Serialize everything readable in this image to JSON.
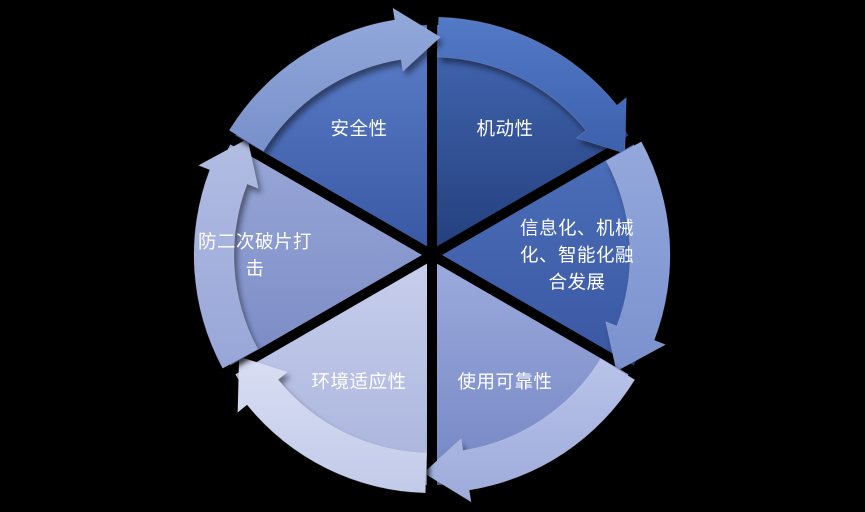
{
  "background": "#000000",
  "text_color": "#FFFFFF",
  "diagram": {
    "type": "segmented-cycle",
    "direction": "clockwise",
    "segments": [
      {
        "slug": "mobility",
        "label": "机动性",
        "lines": [
          "机动性"
        ],
        "wedge_top": "#4568B4",
        "wedge_bottom": "#24407E",
        "band_top": "#5379C7",
        "band_bottom": "#3C60AC"
      },
      {
        "slug": "info-mech-intel-fusion",
        "label": "信息化、机械化、智能化融合发展",
        "lines": [
          "信息化、机械",
          "化、智能化融",
          "合发展"
        ],
        "wedge_top": "#4C6FBA",
        "wedge_bottom": "#3A57A2",
        "band_top": "#94A8DC",
        "band_bottom": "#7A91CE"
      },
      {
        "slug": "service-reliability",
        "label": "使用可靠性",
        "lines": [
          "使用可靠性"
        ],
        "wedge_top": "#9BAADC",
        "wedge_bottom": "#7486C4",
        "band_top": "#B9C3E9",
        "band_bottom": "#9DABDB"
      },
      {
        "slug": "environmental-adaptability",
        "label": "环境适应性",
        "lines": [
          "环境适应性"
        ],
        "wedge_top": "#C7CEEC",
        "wedge_bottom": "#A9B3DC",
        "band_top": "#D9DEF3",
        "band_bottom": "#C2CAE9"
      },
      {
        "slug": "anti-secondary-fragment-strike",
        "label": "防二次破片打击",
        "lines": [
          "防二次破片打",
          "击"
        ],
        "wedge_top": "#98A6D7",
        "wedge_bottom": "#7B8BC5",
        "band_top": "#B2BDE3",
        "band_bottom": "#98A6D8"
      },
      {
        "slug": "safety",
        "label": "安全性",
        "lines": [
          "安全性"
        ],
        "wedge_top": "#5C7EC9",
        "wedge_bottom": "#3A59A5",
        "band_top": "#93A9DB",
        "band_bottom": "#7890CB"
      }
    ]
  }
}
